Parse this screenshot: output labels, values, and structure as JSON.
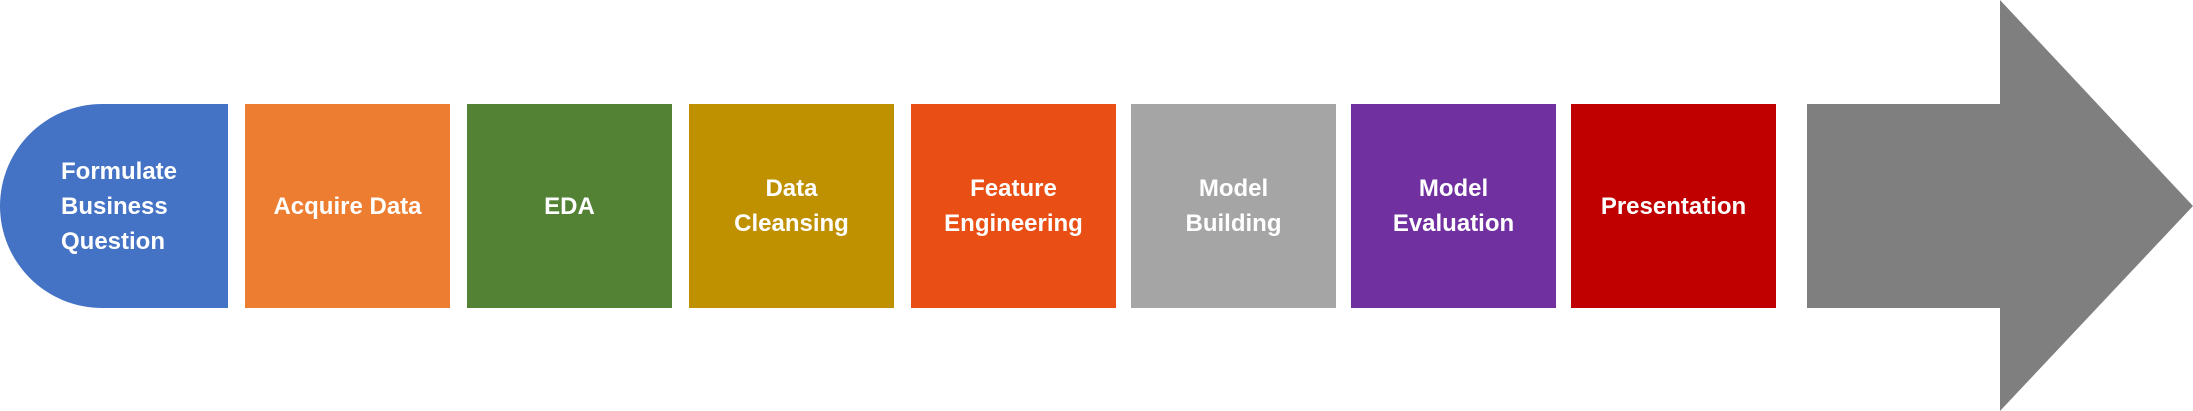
{
  "diagram": {
    "steps": [
      {
        "label": "Formulate\nBusiness\nQuestion",
        "color": "#4472C4"
      },
      {
        "label": "Acquire Data",
        "color": "#ED7D31"
      },
      {
        "label": "EDA",
        "color": "#548235"
      },
      {
        "label": "Data\nCleansing",
        "color": "#BF9000"
      },
      {
        "label": "Feature\nEngineering",
        "color": "#E94E14"
      },
      {
        "label": "Model\nBuilding",
        "color": "#A5A5A5"
      },
      {
        "label": "Model\nEvaluation",
        "color": "#7030A0"
      },
      {
        "label": "Presentation",
        "color": "#C00000"
      }
    ],
    "arrow_color": "#7F7F7F"
  }
}
